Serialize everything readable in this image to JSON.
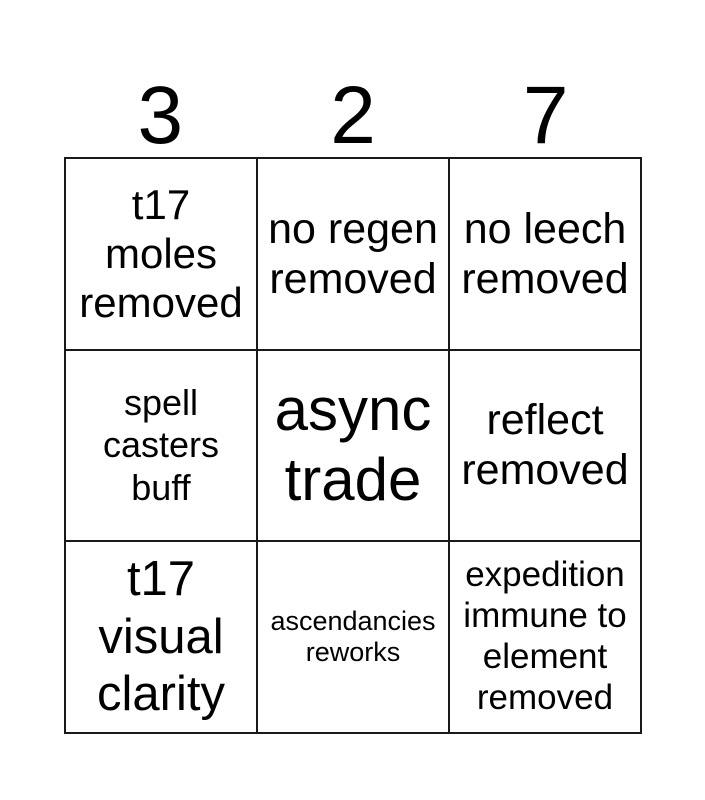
{
  "card": {
    "header": {
      "columns": [
        "3",
        "2",
        "7"
      ]
    },
    "cells": {
      "r1c1": {
        "text": "t17\nmoles\nremoved"
      },
      "r1c2": {
        "text": "no regen\nremoved"
      },
      "r1c3": {
        "text": "no leech\nremoved"
      },
      "r2c1": {
        "text": "spell\ncasters\nbuff"
      },
      "r2c2": {
        "text": "async\ntrade"
      },
      "r2c3": {
        "text": "reflect\nremoved"
      },
      "r3c1": {
        "text": "t17\nvisual\nclarity"
      },
      "r3c2": {
        "text": "ascendancies\nreworks"
      },
      "r3c3": {
        "text": "expedition\nimmune to\nelement\nremoved"
      }
    },
    "colors": {
      "background": "#ffffff",
      "text": "#000000",
      "grid_line": "#1a1a1a"
    }
  }
}
